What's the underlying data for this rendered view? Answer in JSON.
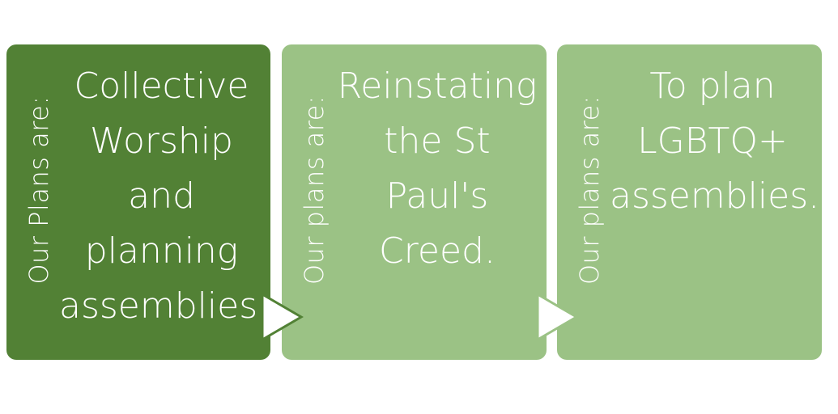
{
  "colors": {
    "dark_green": "#528135",
    "light_green": "#9bc285",
    "text": "#ffffff",
    "arrow_fill": "#ffffff"
  },
  "panels": [
    {
      "side_label": "Our Plans are:",
      "text": "Collective\nWorship\nand\nplanning\nassemblies."
    },
    {
      "side_label": "Our plans are:",
      "text": "Reinstating\nthe St\nPaul's\nCreed."
    },
    {
      "side_label": "Our plans are:",
      "text": "To plan\nLGBTQ+\nassemblies."
    }
  ]
}
